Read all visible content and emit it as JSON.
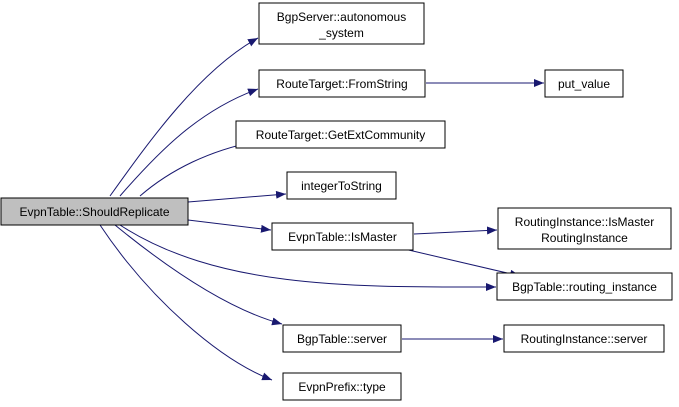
{
  "colors": {
    "edge": "#191970",
    "root_fill": "#bfbfbf",
    "node_fill": "#ffffff",
    "border": "#000000"
  },
  "nodes": {
    "root": {
      "lines": [
        "EvpnTable::ShouldReplicate"
      ]
    },
    "bgp_as": {
      "lines": [
        "BgpServer::autonomous",
        "_system"
      ]
    },
    "rt_from": {
      "lines": [
        "RouteTarget::FromString"
      ]
    },
    "put_value": {
      "lines": [
        "put_value"
      ]
    },
    "rt_ext": {
      "lines": [
        "RouteTarget::GetExtCommunity"
      ]
    },
    "int_to_str": {
      "lines": [
        "integerToString"
      ]
    },
    "is_master": {
      "lines": [
        "EvpnTable::IsMaster"
      ]
    },
    "ri_is_master": {
      "lines": [
        "RoutingInstance::IsMaster",
        "RoutingInstance"
      ]
    },
    "bgp_ri": {
      "lines": [
        "BgpTable::routing_instance"
      ]
    },
    "bgp_server": {
      "lines": [
        "BgpTable::server"
      ]
    },
    "ri_server": {
      "lines": [
        "RoutingInstance::server"
      ]
    },
    "prefix_type": {
      "lines": [
        "EvpnPrefix::type"
      ]
    }
  },
  "edges": [
    [
      "root",
      "bgp_as"
    ],
    [
      "root",
      "rt_from"
    ],
    [
      "rt_from",
      "put_value"
    ],
    [
      "root",
      "rt_ext"
    ],
    [
      "root",
      "int_to_str"
    ],
    [
      "root",
      "is_master"
    ],
    [
      "is_master",
      "ri_is_master"
    ],
    [
      "is_master",
      "bgp_ri"
    ],
    [
      "root",
      "bgp_ri"
    ],
    [
      "root",
      "bgp_server"
    ],
    [
      "bgp_server",
      "ri_server"
    ],
    [
      "root",
      "prefix_type"
    ]
  ]
}
